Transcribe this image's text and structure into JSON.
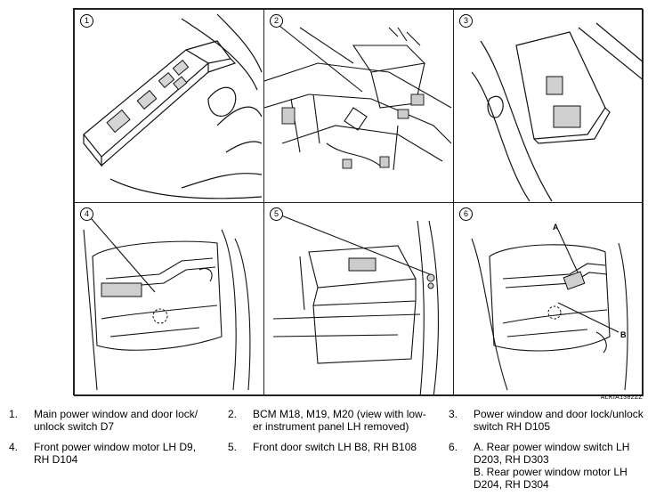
{
  "figure": {
    "code": "ALKIA1382ZZ",
    "panels": [
      {
        "num": "1"
      },
      {
        "num": "2"
      },
      {
        "num": "3"
      },
      {
        "num": "4"
      },
      {
        "num": "5"
      },
      {
        "num": "6"
      }
    ],
    "callouts": {
      "a": "A",
      "b": "B"
    }
  },
  "legend": [
    {
      "num": "1.",
      "lines": [
        "Main power window and door lock/",
        "unlock switch D7"
      ]
    },
    {
      "num": "2.",
      "lines": [
        "BCM M18, M19, M20 (view with low-",
        "er instrument panel LH removed)"
      ]
    },
    {
      "num": "3.",
      "lines": [
        "Power window  and door lock/unlock",
        "switch RH D105"
      ]
    },
    {
      "num": "4.",
      "lines": [
        "Front power window motor LH D9,",
        "RH D104"
      ]
    },
    {
      "num": "5.",
      "lines": [
        "Front door switch LH B8, RH B108"
      ]
    },
    {
      "num": "6.",
      "lines": [
        "A. Rear power window switch LH",
        "D203, RH D303",
        "B. Rear power window motor LH",
        "D204, RH D304"
      ]
    }
  ]
}
